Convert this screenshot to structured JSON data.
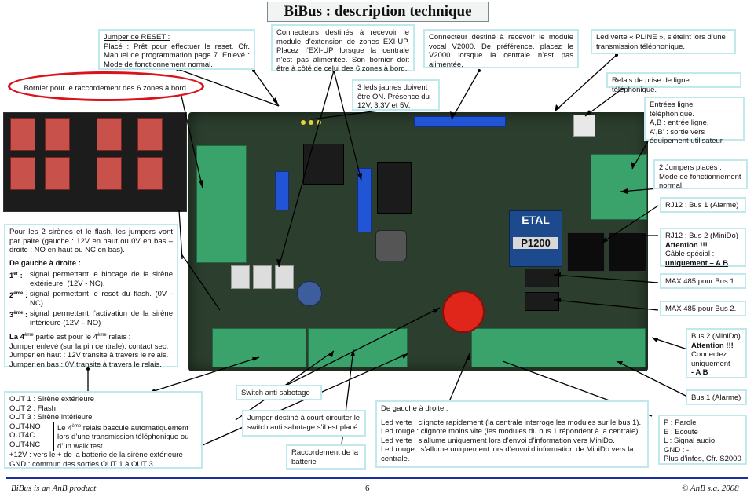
{
  "title": "BiBus : description technique",
  "boxes": {
    "reset_title": "Jumper de RESET :",
    "reset_body": "Placé : Prêt pour effectuer le reset. Cfr. Manuel de programmation page 7. Enlevé : Mode de fonctionnement normal.",
    "exi": "Connecteurs destinés à recevoir le module d’extension de zones EXI-UP. Placez l’EXI-UP lorsque la centrale n’est pas alimentée. Son bornier doit être à côté de celui des 6 zones à bord.",
    "vocal": "Connecteur destiné à recevoir le module vocal V2000. De préférence, placez le V2000 lorsque la centrale n’est pas alimentée.",
    "pline": "Led verte « PLINE », s’éteint lors d’une transmission téléphonique.",
    "bornier": "Bornier pour le raccordement des 6 zones à bord.",
    "leds": "3 leds jaunes doivent être ON. Présence du 12V, 3,3V et 5V.",
    "relais_ligne": "Relais de prise de ligne téléphonique.",
    "entrees_title": "Entrées ligne téléphonique.",
    "entrees_l1": "A,B : entrée ligne.",
    "entrees_l2": "A’,B’ : sortie vers équipement utilisateur.",
    "jumpers2": "2 Jumpers placés : Mode de fonctionnement normal.",
    "rj12_1": "RJ12 : Bus 1 (Alarme)",
    "rj12_2_l1": "RJ12 : Bus 2 (MiniDo)",
    "rj12_2_l2": "Attention !!!",
    "rj12_2_l3": "Câble spécial :",
    "rj12_2_l4": "uniquement – A B",
    "max1": "MAX 485 pour Bus 1.",
    "max2": "MAX 485 pour Bus 2.",
    "bus2_l1": "Bus 2 (MiniDo)",
    "bus2_l2": "Attention !!!",
    "bus2_l3": "Connectez uniquement",
    "bus2_l4": "- A B",
    "bus1": "Bus 1 (Alarme)",
    "sirenes_intro": "Pour les 2 sirènes et le flash, les jumpers vont par paire (gauche : 12V en haut ou 0V en bas – droite : NO en haut ou NC en bas).",
    "sirenes_head": "De gauche à droite :",
    "sir_1_num": "1",
    "sir_1_sup": "er",
    "sir_1_txt": "signal permettant le blocage de la sirène extérieure. (12V - NC).",
    "sir_2_num": "2",
    "sir_2_sup": "ème",
    "sir_2_txt": "signal permettant le reset du flash. (0V - NC).",
    "sir_3_num": "3",
    "sir_3_sup": "ème",
    "sir_3_txt": "signal permettant l’activation de la sirène intérieure (12V – NO)",
    "relais4_a": "La 4",
    "relais4_sup": "ème",
    "relais4_b": " partie est pour le 4",
    "relais4_sup2": "ème",
    "relais4_c": " relais :",
    "relais4_l1": "Jumper enlevé (sur la pin centrale): contact sec.",
    "relais4_l2": "Jumper en haut : 12V transite à travers le relais.",
    "relais4_l3": "Jumper en bas : 0V transite à travers le relais.",
    "out1": "OUT 1 : Sirène extérieure",
    "out2": "OUT 2 : Flash",
    "out3": "OUT 3 : Sirène intérieure",
    "out4no": "OUT4NO",
    "out4c": "OUT4C",
    "out4nc": "OUT4NC",
    "out4_txt_a": "Le 4",
    "out4_sup": "ème",
    "out4_txt_b": " relais bascule automatiquement lors d’une transmission téléphonique ou d’un walk test.",
    "out_12v": "+12V : vers le + de la batterie de la sirène extérieure",
    "out_gnd": "GND : commun des sorties OUT 1 à OUT 3",
    "switch": "Switch anti sabotage",
    "jumper_switch": "Jumper destiné à court-circuiter le switch anti sabotage s’il est placé.",
    "batterie": "Raccordement de la batterie",
    "leds2_head": "De gauche à droite :",
    "leds2_l1": "Led verte : clignote rapidement (la centrale interroge les modules sur le bus 1).",
    "leds2_l2": "Led rouge : clignote moins vite (les modules du bus 1 répondent à la centrale).",
    "leds2_l3": "Led verte : s’allume uniquement lors d’envoi d’information vers MiniDo.",
    "leds2_l4": "Led rouge : s’allume uniquement lors d’envoi d’information de MiniDo vers la centrale.",
    "audio_l1": "P : Parole",
    "audio_l2": "E : Ecoute",
    "audio_l3": "L : Signal audio",
    "audio_l4": "GND : -",
    "audio_l5": "Plus d’infos, Cfr. S2000"
  },
  "board": {
    "chip_label_top": "ETAL",
    "chip_label_bottom": "P1200"
  },
  "footer": {
    "left": "BiBus is an AnB product",
    "page": "6",
    "right": "© AnB s.a. 2008"
  },
  "colors": {
    "callout_border": "#bfe9ec",
    "highlight_oval": "#d9121b",
    "footer_rule": "#1b2f9e",
    "pcb": "#2c3f2e"
  }
}
